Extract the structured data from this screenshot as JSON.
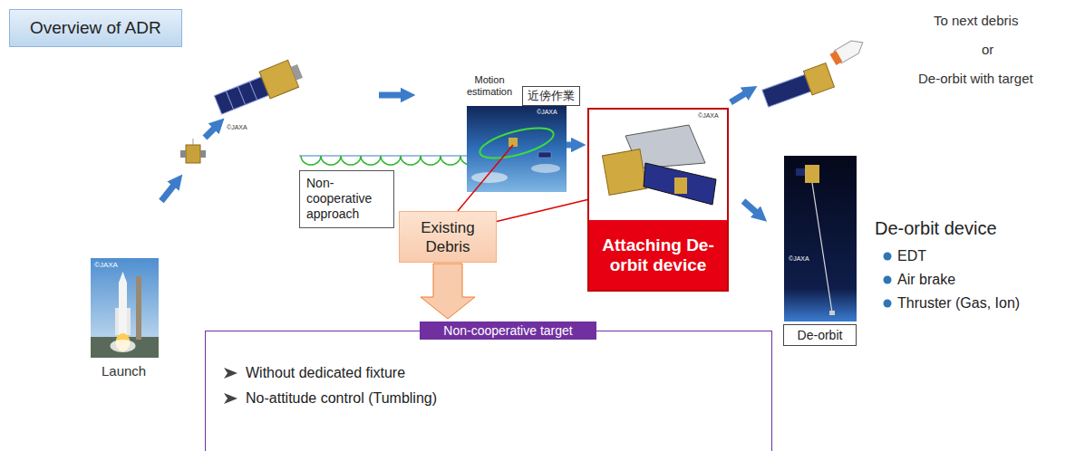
{
  "diagram": {
    "title": "Overview of ADR",
    "nodes": [
      {
        "text": [
          "近傍作業"
        ]
      },
      {
        "text": [
          "Non-cooperative approach"
        ]
      },
      {
        "text": [
          "Existing Debris"
        ]
      },
      {
        "text": [
          "Attaching De-orbit device"
        ]
      },
      {
        "text": [
          "De-orbit"
        ]
      },
      {
        "text": [
          "Non-cooperative target",
          "Without dedicated fixture",
          "No-attitude control (Tumbling)"
        ]
      }
    ],
    "edges": [
      {
        "from": 2,
        "to": 3,
        "arrow": "none"
      },
      {
        "from": 2,
        "to": 5,
        "arrow": "to"
      }
    ],
    "labels": [
      "©JAXA",
      "Launch",
      "©JAXA",
      "Motion estimation",
      "©JAXA",
      "©JAXA",
      "To next debris",
      "or",
      "De-orbit with target",
      "©JAXA",
      "De-orbit device",
      "EDT",
      "Air brake",
      "Thruster (Gas, Ion)"
    ]
  }
}
